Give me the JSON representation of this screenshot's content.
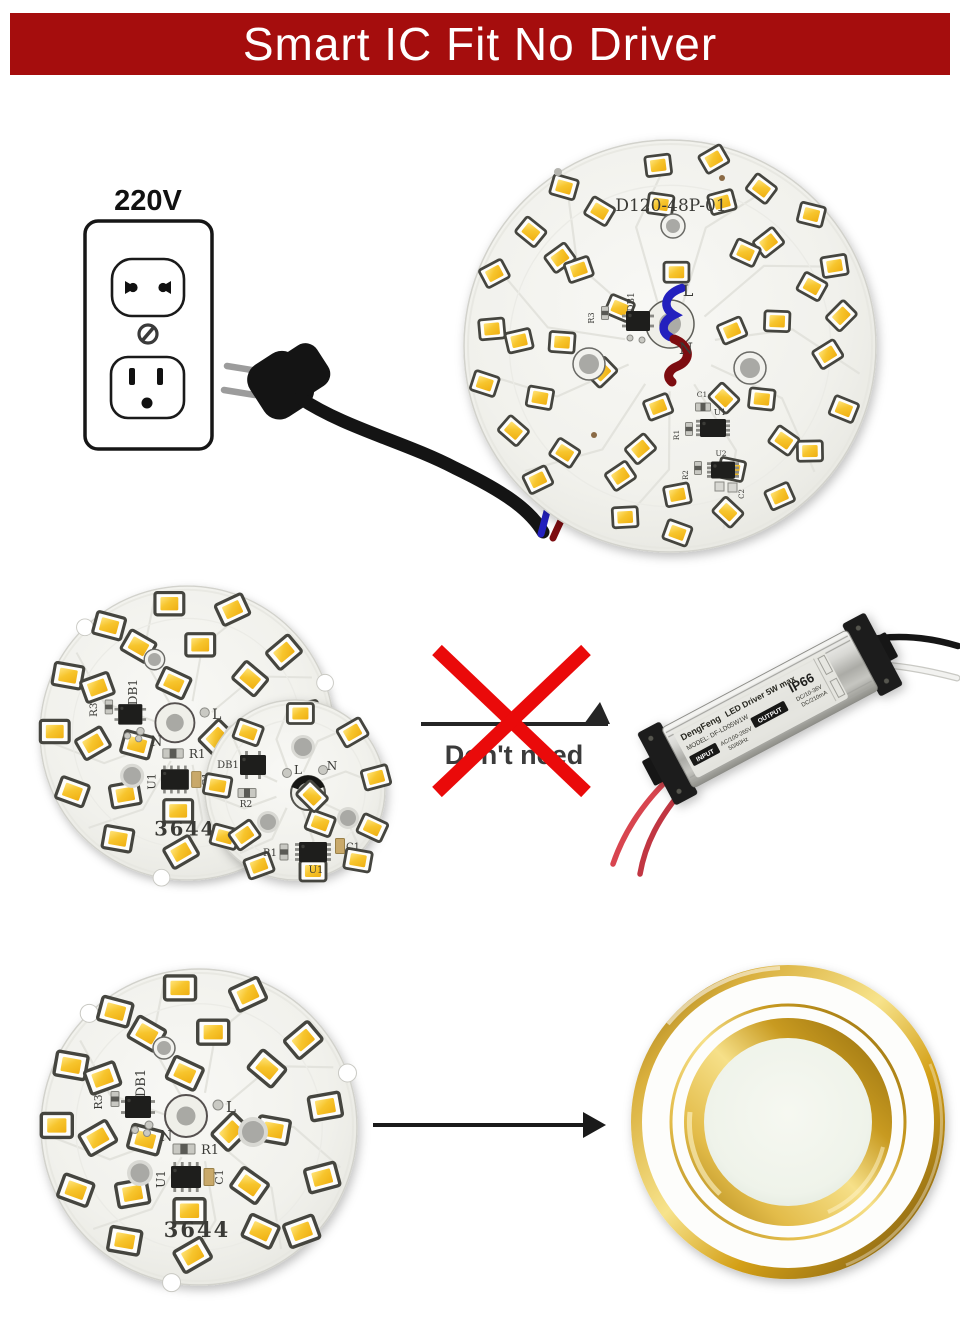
{
  "banner": {
    "title": "Smart IC Fit No Driver"
  },
  "outlet": {
    "voltage": "220V"
  },
  "main_pcb": {
    "model": "D120-48P-01",
    "l": "L",
    "n": "N",
    "labels": {
      "db1": "DB1",
      "r3": "R3",
      "c1": "C1",
      "u1": "U1",
      "r1": "R1",
      "u2": "U2",
      "r2": "R2",
      "c2": "C2"
    }
  },
  "round_pcb": {
    "model": "3644",
    "l": "L",
    "n": "N",
    "labels": {
      "db1": "DB1",
      "r3": "R3",
      "r1": "R1",
      "u1": "U1",
      "c1": "C1"
    }
  },
  "small_pcb": {
    "l": "L",
    "n": "N",
    "labels": {
      "db1": "DB1",
      "r2": "R2",
      "r1": "R1",
      "u1": "U1",
      "c1": "C1"
    }
  },
  "annotation": {
    "dont_need": "Don't need"
  },
  "driver": {
    "brand": "DengFeng",
    "product": "LED Driver 5W max",
    "model": "MODEL: DF-LD05W1W",
    "input_label": "INPUT",
    "input_spec_1": "AC/100-265V",
    "input_spec_2": "50/60Hz",
    "rating": "IP66",
    "output_label": "OUTPUT",
    "output_spec_1": "DC/10-36V",
    "output_spec_2": "DC/210mA"
  },
  "colors": {
    "banner_bg": "#A50D0D",
    "cross_red": "#EA0A0A",
    "wire_live": "#2320BE",
    "wire_neutral": "#7D0C10",
    "led_yellow": "#F7C52D",
    "gold": "#D4A017"
  }
}
